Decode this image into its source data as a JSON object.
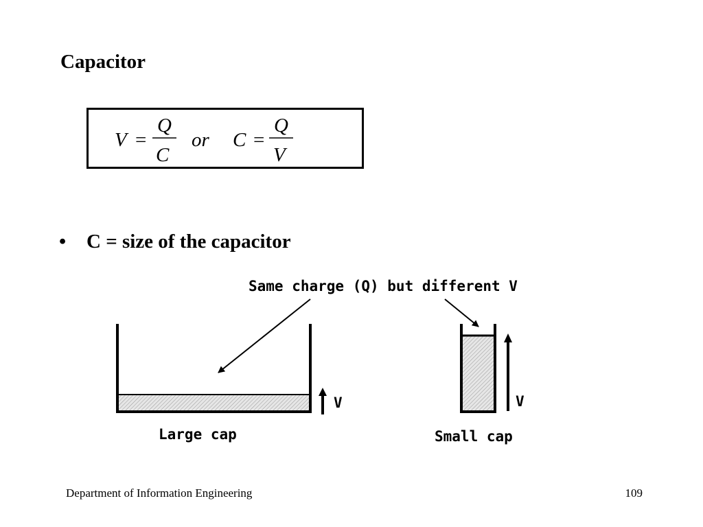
{
  "slide": {
    "title": "Capacitor",
    "bullet_marker": "•",
    "bullet_text": "C = size of the capacitor"
  },
  "formula": {
    "v": "V",
    "c": "C",
    "q": "Q",
    "equals": "=",
    "or": "or"
  },
  "diagram": {
    "caption": "Same charge (Q) but different V",
    "large_cap_label": "Large cap",
    "small_cap_label": "Small cap",
    "voltage_label": "V",
    "fill_color": "#d9d9d9",
    "line_color": "#000000"
  },
  "footer": {
    "department": "Department of Information Engineering",
    "page_number": "109"
  }
}
